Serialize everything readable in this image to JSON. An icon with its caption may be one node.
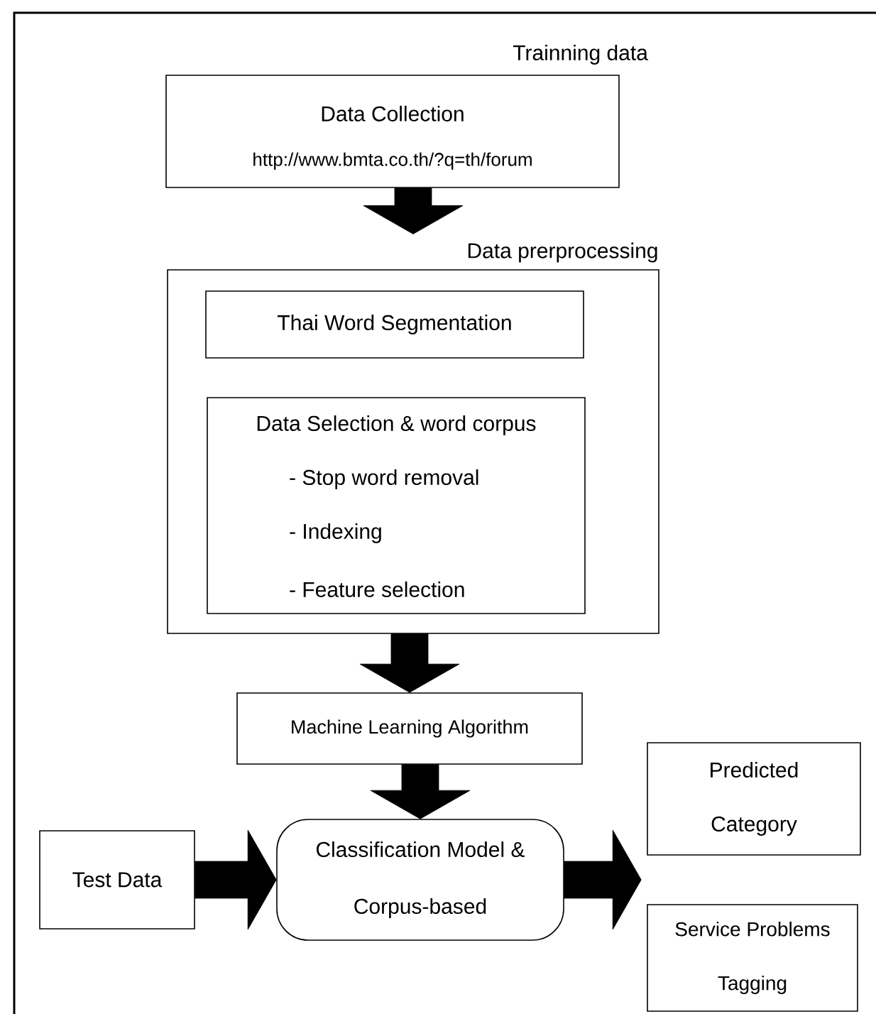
{
  "diagram": {
    "nodes": [
      {
        "text": [
          "Trainning data",
          "Data Collection",
          "http://www.bmta.co.th/?q=th/forum"
        ]
      },
      {
        "text": [
          "Data prerprocessing"
        ]
      },
      {
        "text": [
          "Thai Word Segmentation"
        ],
        "in": 1
      },
      {
        "text": [
          "Data Selection & word corpus",
          "- Stop word removal",
          "- Indexing",
          "- Feature selection"
        ],
        "in": 1
      },
      {
        "text": [
          "Machine Learning Algorithm"
        ]
      },
      {
        "text": [
          "Test Data"
        ]
      },
      {
        "text": [
          "Classification Model & Corpus-based"
        ]
      },
      {
        "text": [
          "Predicted Category"
        ]
      },
      {
        "text": [
          "Service Problems Tagging"
        ]
      }
    ],
    "edges": [
      {
        "from": 0,
        "to": 1,
        "arrow": "to"
      },
      {
        "from": 1,
        "to": 4,
        "arrow": "to"
      },
      {
        "from": 4,
        "to": 6,
        "arrow": "to"
      },
      {
        "from": 5,
        "to": 6,
        "arrow": "to"
      },
      {
        "from": 6,
        "to": 7,
        "arrow": "to"
      },
      {
        "from": 6,
        "to": 8,
        "arrow": "to"
      }
    ]
  }
}
